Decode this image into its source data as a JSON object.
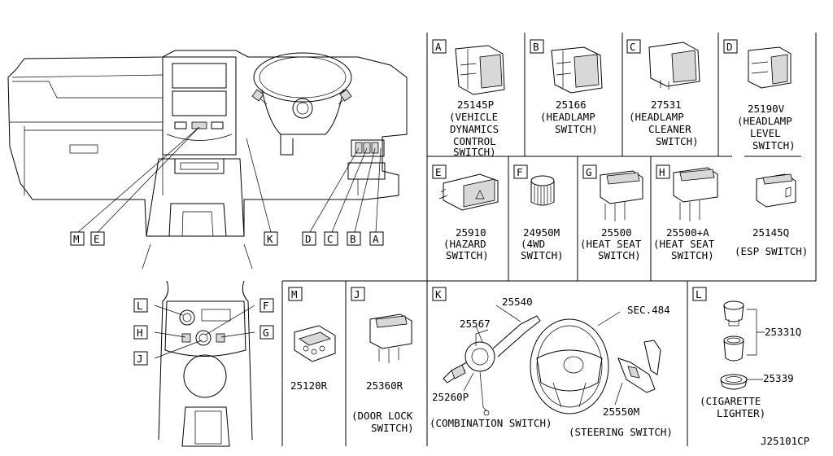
{
  "callouts": {
    "M": "M",
    "E": "E",
    "K": "K",
    "D": "D",
    "C": "C",
    "B": "B",
    "A": "A",
    "L": "L",
    "H": "H",
    "J": "J",
    "F": "F",
    "G": "G"
  },
  "panels": {
    "A": {
      "tag": "A",
      "part": "25145P",
      "desc": [
        "(VEHICLE",
        "DYNAMICS",
        "CONTROL",
        "SWITCH)"
      ]
    },
    "B": {
      "tag": "B",
      "part": "25166",
      "desc": [
        "(HEADLAMP",
        "SWITCH)"
      ]
    },
    "C": {
      "tag": "C",
      "part": "27531",
      "desc": [
        "(HEADLAMP",
        "CLEANER",
        "SWITCH)"
      ]
    },
    "D": {
      "tag": "D",
      "part": "25190V",
      "desc": [
        "(HEADLAMP",
        "LEVEL",
        "SWITCH)"
      ]
    },
    "E": {
      "tag": "E",
      "part": "25910",
      "desc": [
        "(HAZARD",
        "SWITCH)"
      ]
    },
    "F": {
      "tag": "F",
      "part": "24950M",
      "desc": [
        "(4WD",
        "SWITCH)"
      ]
    },
    "G": {
      "tag": "G",
      "part": "25500",
      "desc": [
        "(HEAT SEAT",
        "SWITCH)"
      ]
    },
    "H": {
      "tag": "H",
      "part": "25500+A",
      "desc": [
        "(HEAT SEAT",
        "SWITCH)"
      ]
    },
    "ESP": {
      "part": "25145Q",
      "desc": [
        "(ESP SWITCH)"
      ]
    },
    "M": {
      "tag": "M",
      "part": "25120R"
    },
    "J": {
      "tag": "J",
      "part": "25360R",
      "desc": [
        "(DOOR LOCK",
        "SWITCH)"
      ]
    },
    "K": {
      "tag": "K",
      "parts": [
        "25540",
        "25567",
        "SEC.484",
        "25260P",
        "25550M"
      ],
      "desc": [
        "(COMBINATION SWITCH)",
        "(STEERING SWITCH)"
      ]
    },
    "L": {
      "tag": "L",
      "parts": [
        "25331Q",
        "25339"
      ],
      "desc": [
        "(CIGARETTE",
        "LIGHTER)"
      ]
    }
  },
  "diagram_code": "J25101CP"
}
